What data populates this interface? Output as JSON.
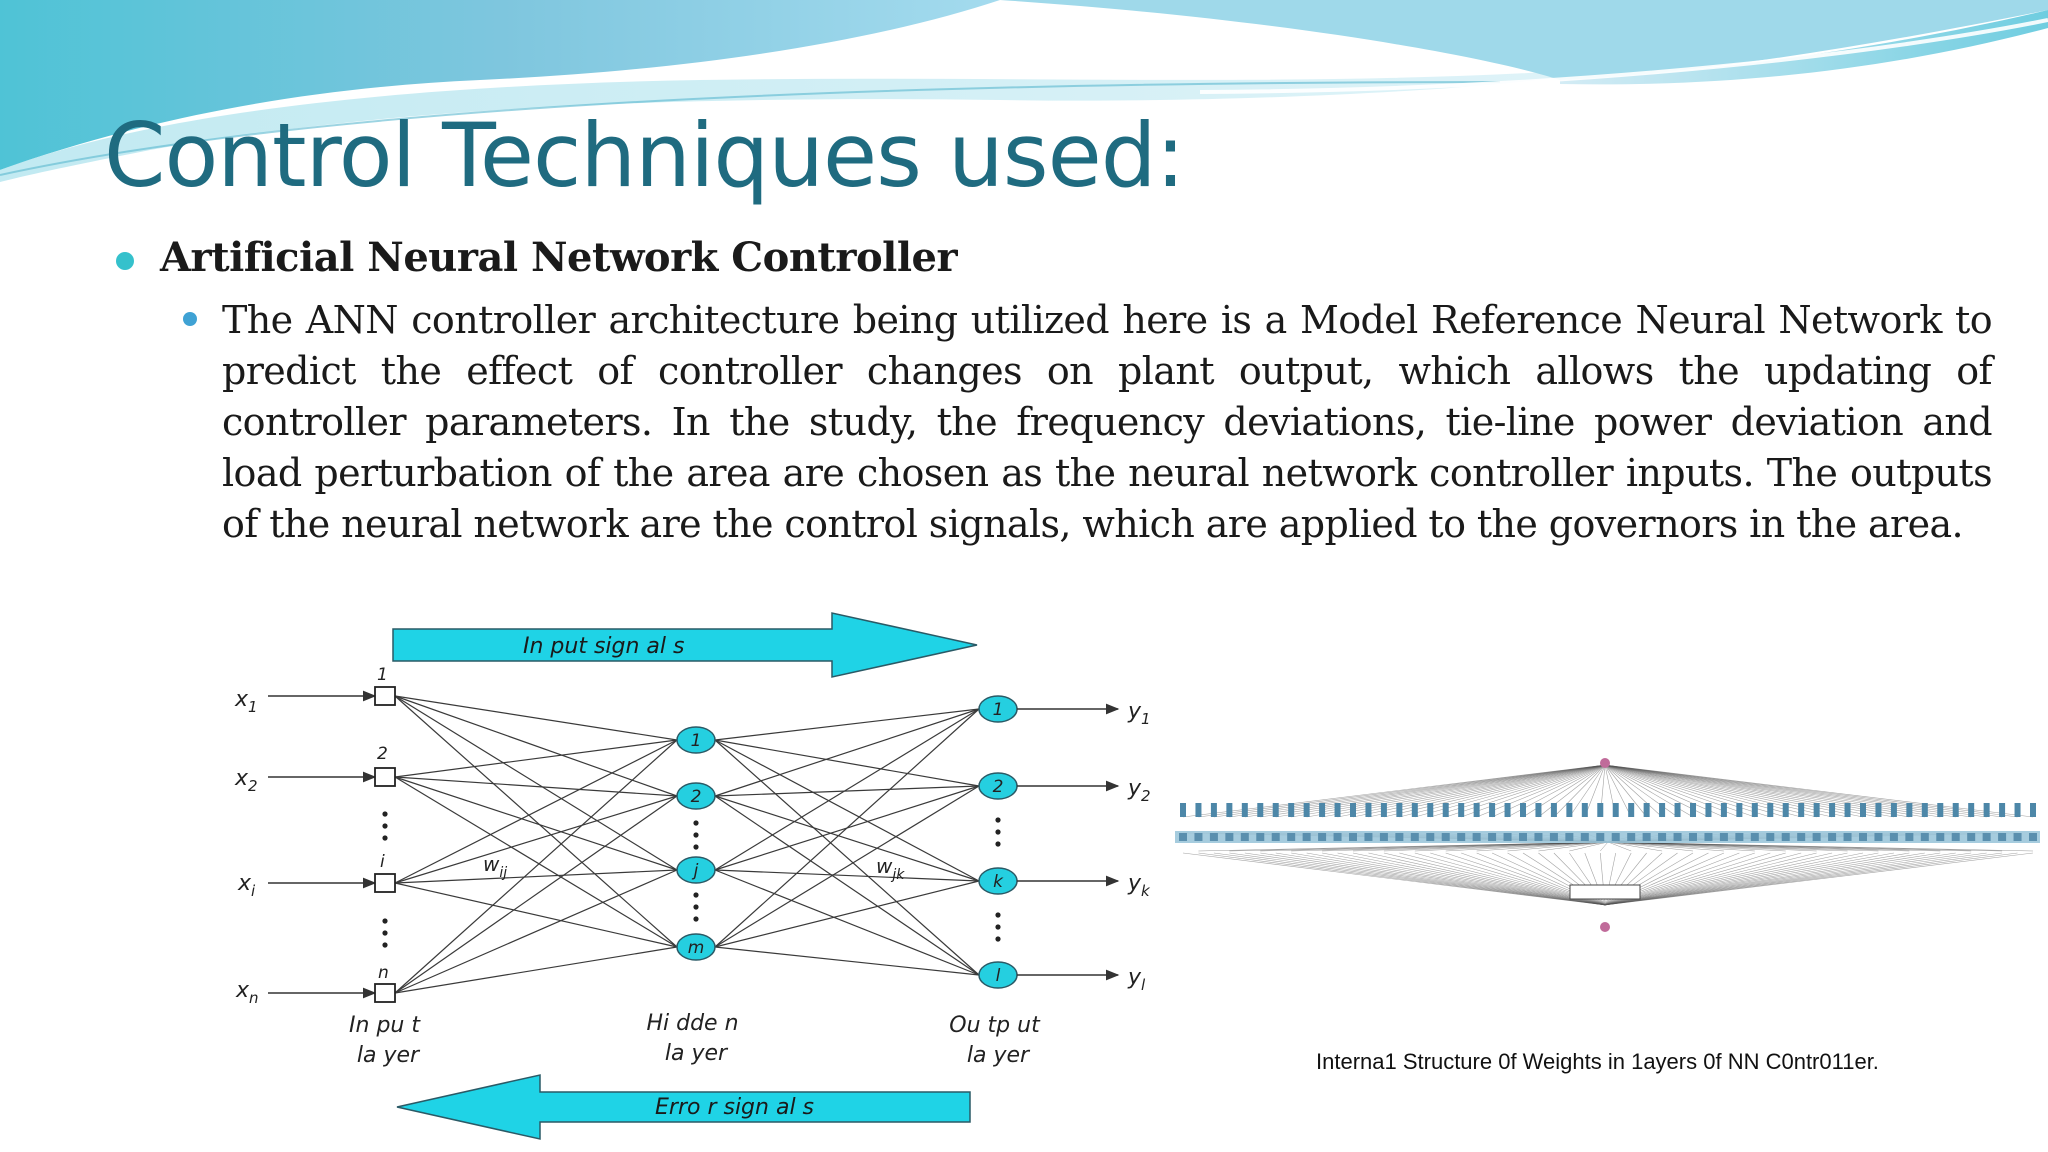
{
  "slide": {
    "title": "Control Techniques used:",
    "bullets": [
      {
        "text": "Artificial Neural Network Controller"
      },
      {
        "text": "The ANN controller architecture being utilized here is a Model Reference Neural Network to predict the effect of controller changes on plant output, which allows the updating of controller parameters. In the study, the frequency deviations, tie-line power deviation and load perturbation of the area are chosen as the neural network controller inputs. The outputs of the neural network are the control signals, which are applied to the governors in the area."
      }
    ]
  },
  "diagram": {
    "input_arrow_label": "In put sign al s",
    "error_arrow_label": "Erro r sign al s",
    "input_layer_label": [
      "In pu t",
      "la yer"
    ],
    "hidden_layer_label": [
      "Hi dde n",
      "la yer"
    ],
    "output_layer_label": [
      "Ou tp ut",
      "la yer"
    ],
    "inputs": [
      {
        "var": "x",
        "sub": "1",
        "index": "1"
      },
      {
        "var": "x",
        "sub": "2",
        "index": "2"
      },
      {
        "var": "x",
        "sub": "i",
        "index": "i"
      },
      {
        "var": "x",
        "sub": "n",
        "index": "n"
      }
    ],
    "hidden_nodes": [
      "1",
      "2",
      "j",
      "m"
    ],
    "output_nodes": [
      "1",
      "2",
      "k",
      "l"
    ],
    "outputs": [
      {
        "var": "y",
        "sub": "1"
      },
      {
        "var": "y",
        "sub": "2"
      },
      {
        "var": "y",
        "sub": "k"
      },
      {
        "var": "y",
        "sub": "l"
      }
    ],
    "weight_labels": [
      {
        "var": "w",
        "sub": "ij"
      },
      {
        "var": "w",
        "sub": "jk"
      }
    ],
    "colors": {
      "arrow_fill": "#1fd3e6",
      "node_fill": "#25cfe0",
      "line": "#333333"
    }
  },
  "figure_caption": "Interna1  Structure 0f Weights in 1ayers 0f NN C0ntr011er."
}
